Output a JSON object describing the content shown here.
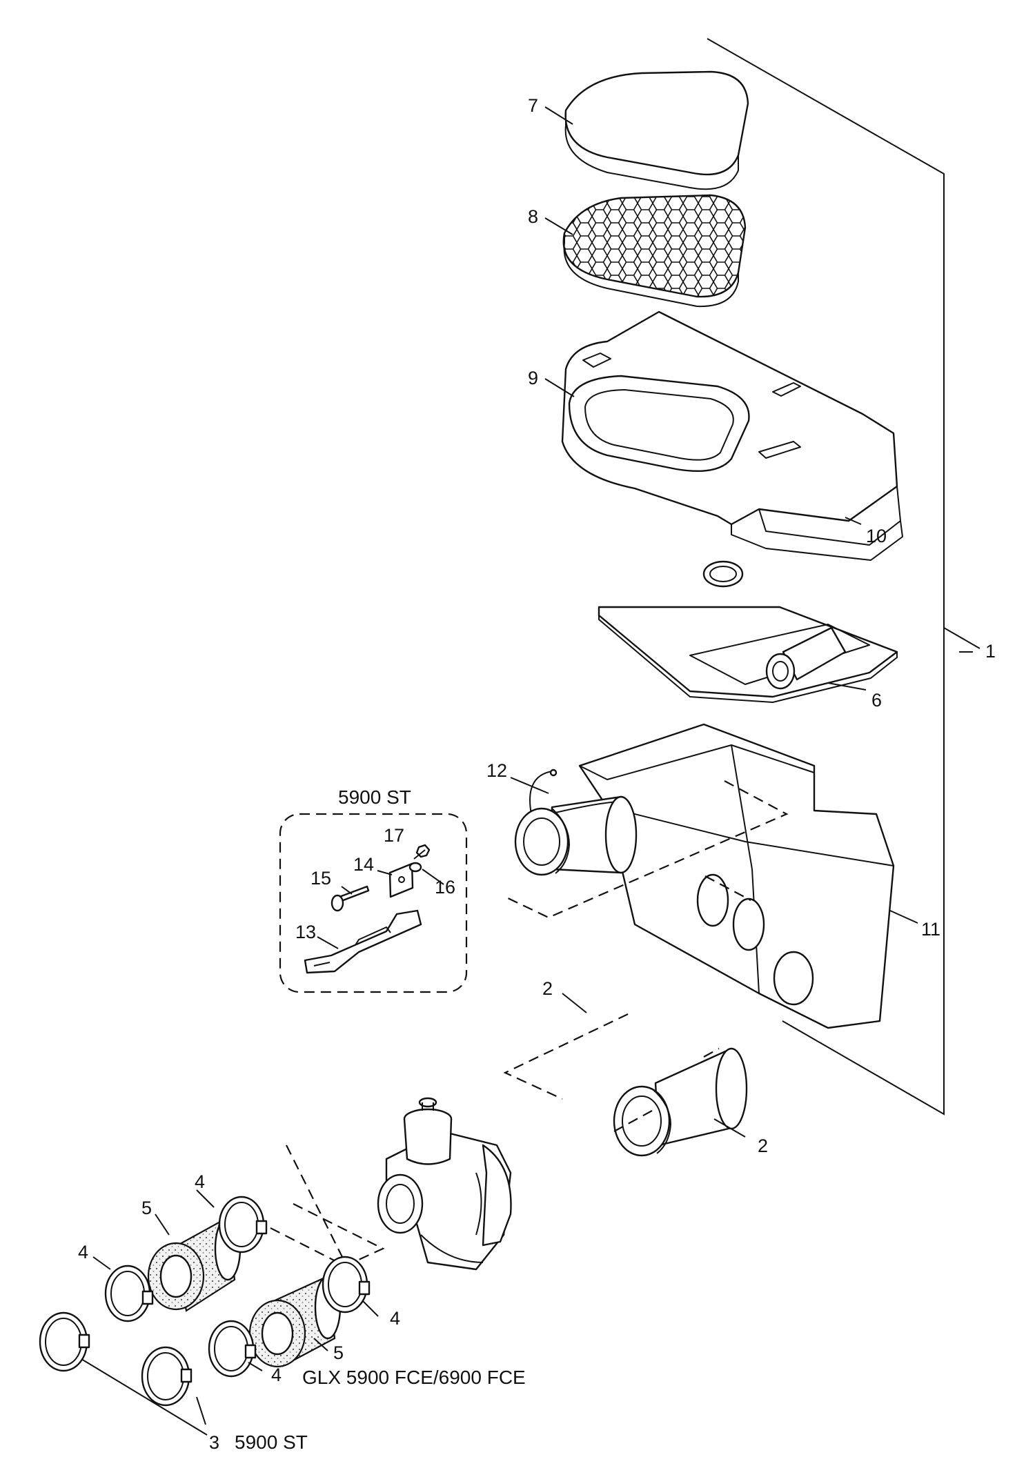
{
  "callouts": {
    "c1": "1",
    "c2a": "2",
    "c2b": "2",
    "c3": "3",
    "c4a": "4",
    "c4b": "4",
    "c4c": "4",
    "c4d": "4",
    "c5a": "5",
    "c5b": "5",
    "c6": "6",
    "c7": "7",
    "c8": "8",
    "c9": "9",
    "c10": "10",
    "c11": "11",
    "c12": "12",
    "c13": "13",
    "c14": "14",
    "c15": "15",
    "c16": "16",
    "c17": "17"
  },
  "labels": {
    "box_title": "5900 ST",
    "variant_glx": "GLX 5900 FCE/6900 FCE",
    "variant_st": "5900 ST"
  }
}
